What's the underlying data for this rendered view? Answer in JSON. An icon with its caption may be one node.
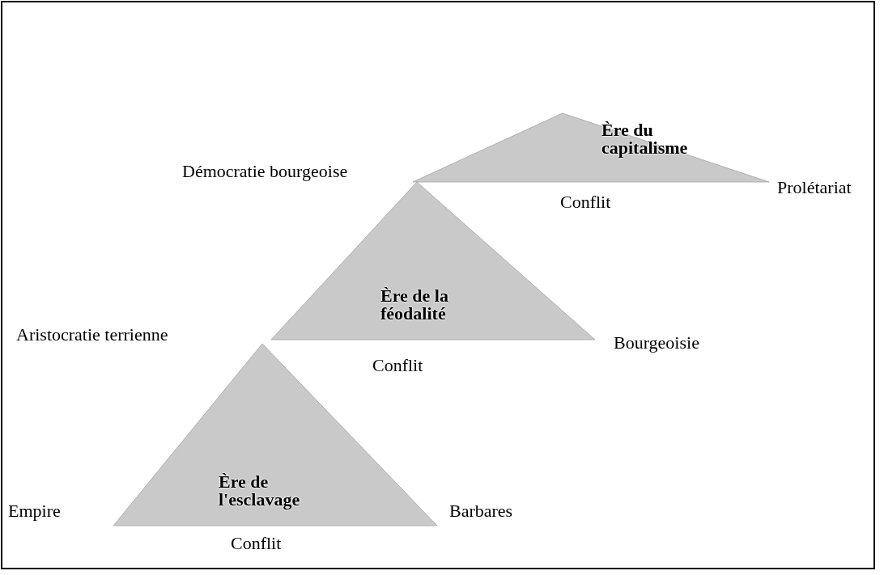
{
  "diagram": {
    "nodes": [
      {
        "text": [
          "Ère du capitalisme"
        ]
      },
      {
        "text": [
          "Ère de la féodalité"
        ]
      },
      {
        "text": [
          "Ère de l'esclavage"
        ]
      }
    ],
    "labels": [
      "Démocratie bourgeoise",
      "Prolétariat",
      "Conflit",
      "Aristocratie terrienne",
      "Bourgeoisie",
      "Conflit",
      "Empire",
      "Barbares",
      "Conflit"
    ]
  }
}
